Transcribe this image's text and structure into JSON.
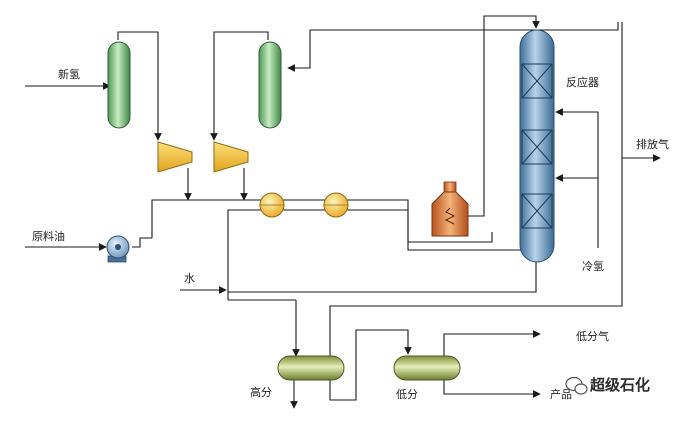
{
  "labels": {
    "new_hydrogen": "新氢",
    "feed_oil": "原料油",
    "water": "水",
    "reactor": "反应器",
    "vent_gas": "排放气",
    "cold_hydrogen": "冷氢",
    "hp_separator": "高分",
    "lp_separator": "低分",
    "low_gas": "低分气",
    "product": "产品"
  },
  "watermark": {
    "text": "超级石化"
  },
  "colors": {
    "line": "#1a1a1a",
    "drum_green": "#8fcf8f",
    "compressor_yellow": "#f2c23a",
    "exchanger_orange": "#f5c34c",
    "reactor_blue": "#6f9cc4",
    "heater_orange": "#e07a3a",
    "separator_olive": "#b7c37a",
    "pump_blue": "#8fb3d6"
  }
}
